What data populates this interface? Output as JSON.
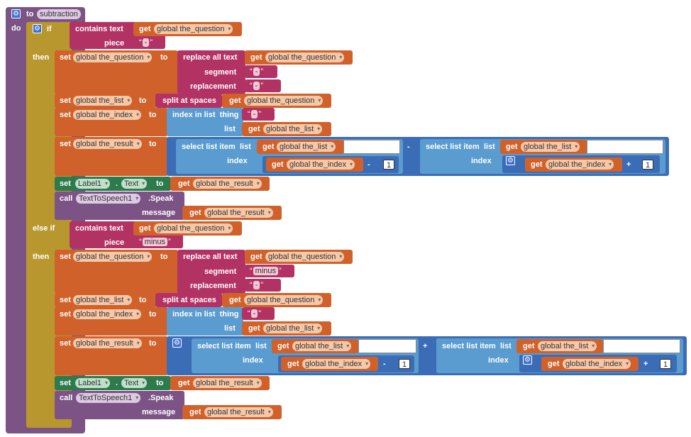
{
  "procedure": {
    "to_label": "to",
    "name": "subtraction",
    "do_label": "do"
  },
  "keywords": {
    "if": "if",
    "then": "then",
    "else_if": "else if",
    "set": "set",
    "to": "to",
    "get": "get",
    "call": "call",
    "contains_text": "contains text",
    "piece": "piece",
    "replace_all_text": "replace all text",
    "segment": "segment",
    "replacement": "replacement",
    "split_at_spaces": "split at spaces",
    "index_in_list": "index in list",
    "thing": "thing",
    "list": "list",
    "select_list_item": "select list item",
    "index": "index",
    "message": "message",
    "dot": ".",
    "speak": ".Speak",
    "quote_open": "“",
    "quote_close": "”"
  },
  "variables": {
    "question": "global the_question",
    "list": "global the_list",
    "index": "global the_index",
    "result": "global the_result"
  },
  "components": {
    "label": "Label1",
    "text_prop": "Text",
    "tts": "TextToSpeech1"
  },
  "branches": [
    {
      "symbol": "-",
      "replacement": "-",
      "operator": "-"
    },
    {
      "symbol": "minus",
      "replacement": "-",
      "operator": "+"
    }
  ],
  "numbers": {
    "one": "1"
  },
  "colors": {
    "procedure": "#7c5385",
    "control": "#b8982e",
    "variables": "#d1612a",
    "text": "#b33264",
    "lists": "#5a9bd0",
    "math": "#3a6db5",
    "component": "#2d7a4c"
  }
}
